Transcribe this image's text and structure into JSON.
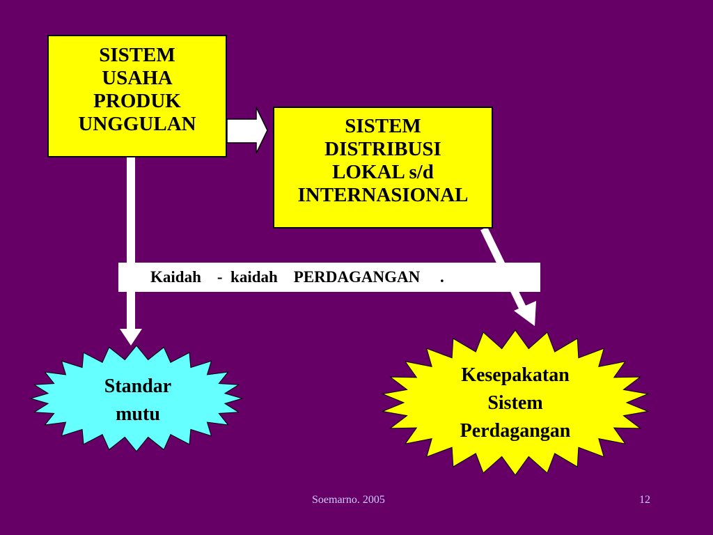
{
  "box_usaha": {
    "lines": [
      "SISTEM",
      "USAHA",
      "PRODUK",
      "UNGGULAN"
    ]
  },
  "box_distribusi": {
    "lines": [
      "SISTEM",
      "DISTRIBUSI",
      "LOKAL s/d",
      "INTERNASIONAL"
    ]
  },
  "banner": {
    "text": "Kaidah    -  kaidah    PERDAGANGAN     ."
  },
  "star_standar": {
    "lines": [
      "Standar",
      "mutu"
    ]
  },
  "star_kesepakatan": {
    "lines": [
      "Kesepakatan",
      "Sistem",
      "Perdagangan"
    ]
  },
  "footer": {
    "author": "Soemarno. 2005",
    "page": "12"
  },
  "colors": {
    "background": "#660066",
    "box_fill": "#ffff00",
    "star_standar_fill": "#66ffff",
    "star_kesepakatan_fill": "#ffff00",
    "arrows": "#ffffff"
  }
}
